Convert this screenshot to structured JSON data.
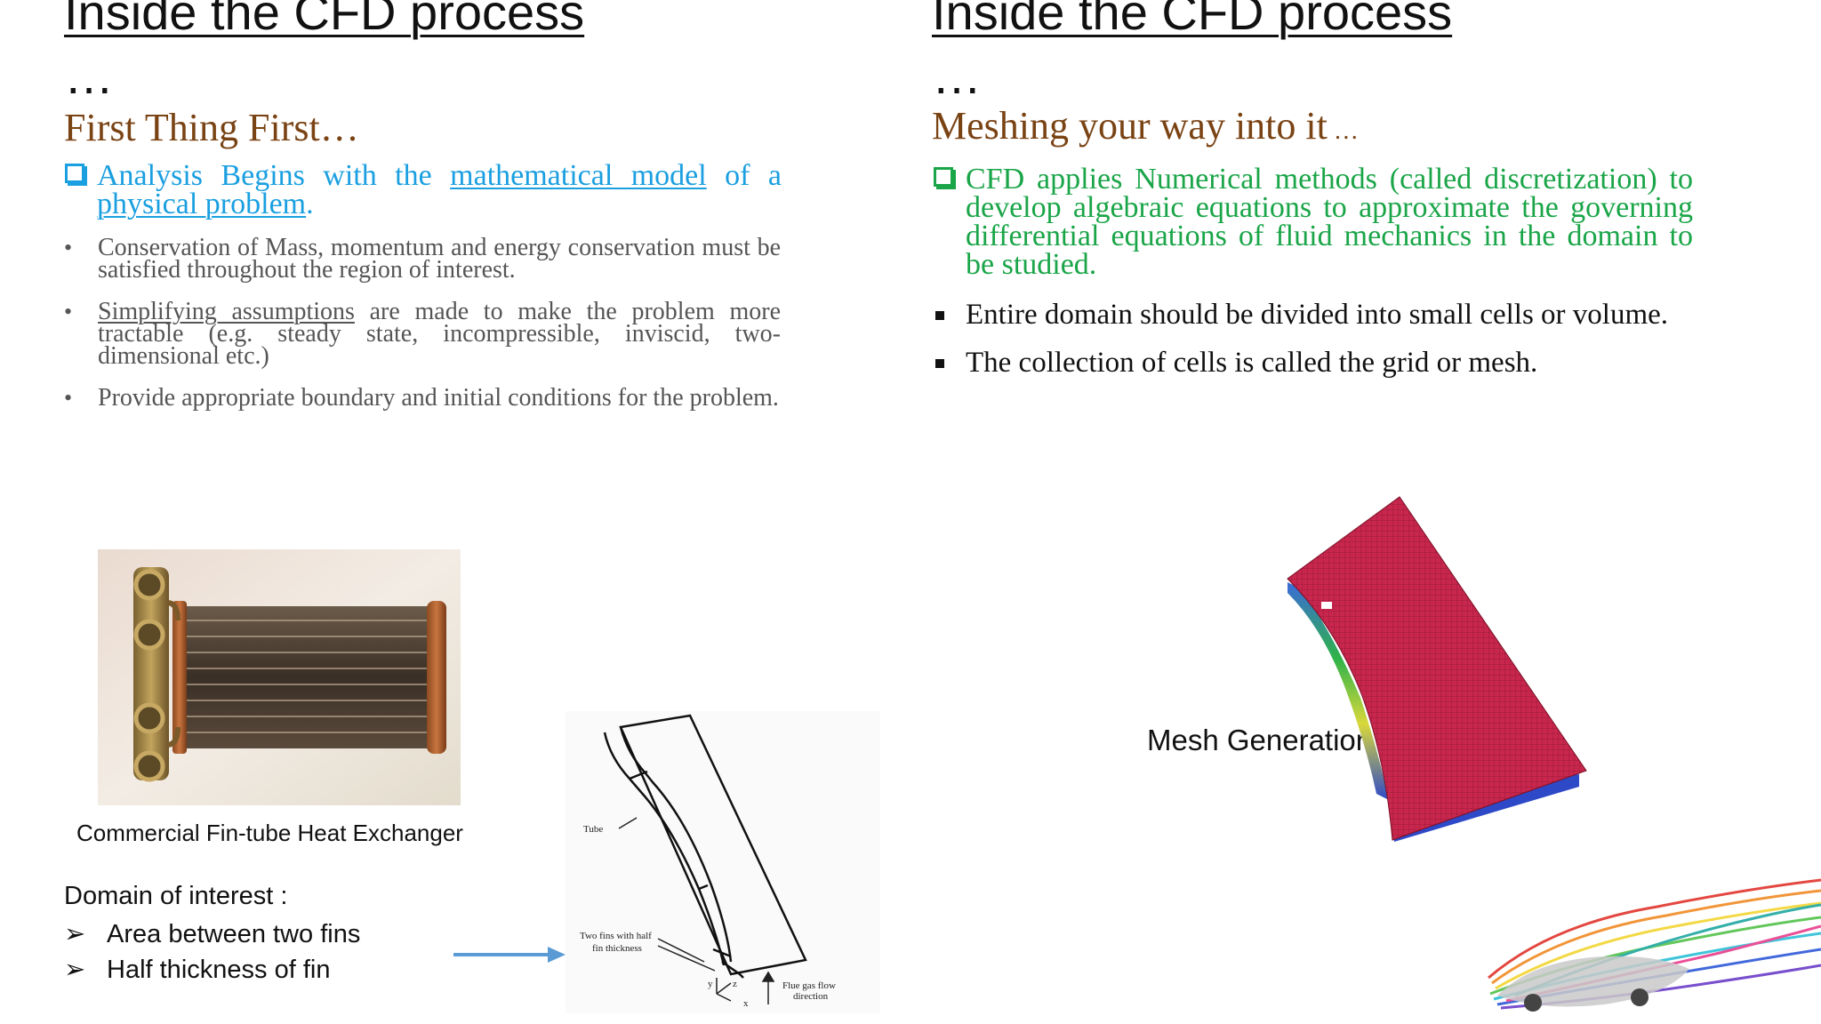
{
  "left": {
    "title": "Inside the CFD process",
    "ellipsis": "…",
    "subtitle": "First Thing First…",
    "intro": {
      "part1": "Analysis Begins with the ",
      "link1": "mathematical model",
      "part2": " of a ",
      "link2": "physical problem",
      "part3": "."
    },
    "bullets": {
      "b1": "Conservation of Mass, momentum and energy conservation must be satisfied throughout the region of interest.",
      "b2_u": "Simplifying assumptions",
      "b2_rest": " are made to make the problem more tractable (e.g. steady state, incompressible, inviscid, two-dimensional etc.)",
      "b3": "Provide appropriate boundary and initial conditions for the problem."
    },
    "photo_caption": "Commercial Fin-tube Heat Exchanger",
    "domain_heading": "Domain of interest :",
    "domain_items": [
      "Area between two fins",
      "Half thickness of fin"
    ],
    "diagram_labels": {
      "tube": "Tube",
      "fins_line1": "Two fins with half",
      "fins_line2": "fin thickness",
      "axis_y": "y",
      "axis_z": "z",
      "axis_x": "x",
      "flow_line1": "Flue gas flow",
      "flow_line2": "direction"
    }
  },
  "right": {
    "title": "Inside the CFD process",
    "ellipsis": "…",
    "subtitle": "Meshing your way into it",
    "subtitle_small": " …",
    "intro": "CFD applies Numerical methods (called discretization) to develop algebraic equations to approximate the governing differential equations of fluid mechanics in the domain to be studied.",
    "bullets": [
      "Entire domain should be divided into small cells or volume.",
      "The collection of cells is called the grid or mesh."
    ],
    "mesh_caption": "Mesh Generation"
  },
  "colors": {
    "title": "#111111",
    "subtitle": "#7a4314",
    "intro_left": "#1a9fe0",
    "intro_right": "#1aa548",
    "gray_text": "#555555",
    "mesh_face": "#c8264d",
    "arrow": "#5b9bd5"
  }
}
